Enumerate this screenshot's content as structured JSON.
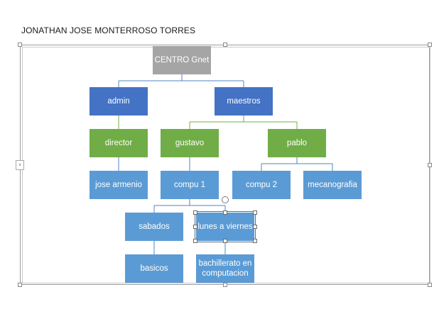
{
  "document": {
    "heading": "JONATHAN JOSE MONTERROSO TORRES"
  },
  "side_tab": {
    "glyph": "‹"
  },
  "org_chart": {
    "root": "CENTRO Gnet",
    "level1": {
      "left": "admin",
      "right": "maestros"
    },
    "level2": {
      "director": "director",
      "gustavo": "gustavo",
      "pablo": "pablo"
    },
    "level3": {
      "jose": "jose armenio",
      "compu1": "compu 1",
      "compu2": "compu 2",
      "meca": "mecanografia"
    },
    "level4": {
      "sabados": "sabados",
      "lunes": "lunes a viernes"
    },
    "level5": {
      "basicos": "basicos",
      "bach": "bachillerato en computacion"
    }
  },
  "colors": {
    "gray": "#a5a5a5",
    "dark_blue": "#4472c4",
    "green": "#70ad47",
    "light_blue": "#5b9bd5",
    "connector_blue": "#4f86c6",
    "connector_green": "#70ad47"
  }
}
